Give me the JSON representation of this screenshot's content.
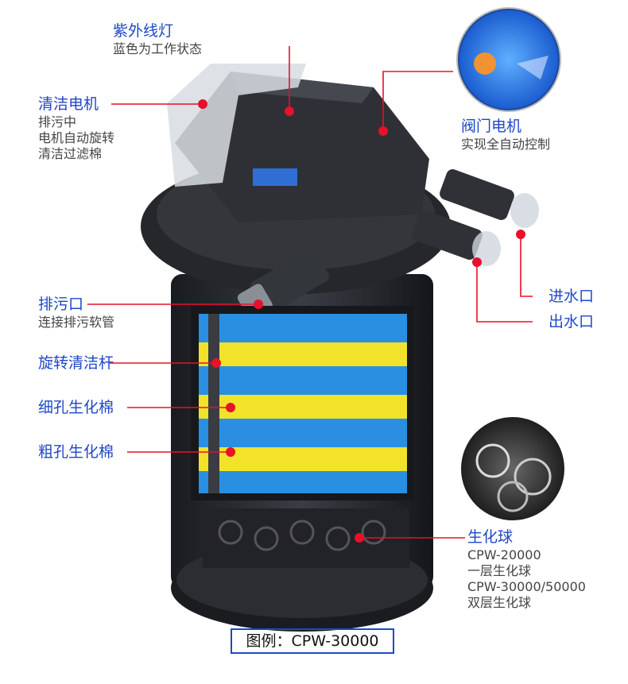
{
  "callouts": {
    "uv_lamp": {
      "title": "紫外线灯",
      "desc": [
        "蓝色为工作状态"
      ]
    },
    "cleaning_motor": {
      "title": "清洁电机",
      "desc": [
        "排污中",
        "电机自动旋转",
        "清洁过滤棉"
      ]
    },
    "valve_motor": {
      "title": "阀门电机",
      "desc": [
        "实现全自动控制"
      ]
    },
    "drain": {
      "title": "排污口",
      "desc": [
        "连接排污软管"
      ]
    },
    "rotating_rod": {
      "title": "旋转清洁杆"
    },
    "fine_sponge": {
      "title": "细孔生化棉"
    },
    "coarse_sponge": {
      "title": "粗孔生化棉"
    },
    "inlet": {
      "title": "进水口"
    },
    "outlet": {
      "title": "出水口"
    },
    "bio_balls": {
      "title": "生化球",
      "desc": [
        "CPW-20000",
        "一层生化球",
        "CPW-30000/50000",
        "双层生化球"
      ]
    }
  },
  "caption": "图例：CPW-30000",
  "colors": {
    "accent_text": "#1f47c8",
    "marker": "#e8102a",
    "sponge_blue": "#2a8fe0",
    "sponge_yellow": "#f2e22a",
    "housing": "#2a2c31"
  }
}
